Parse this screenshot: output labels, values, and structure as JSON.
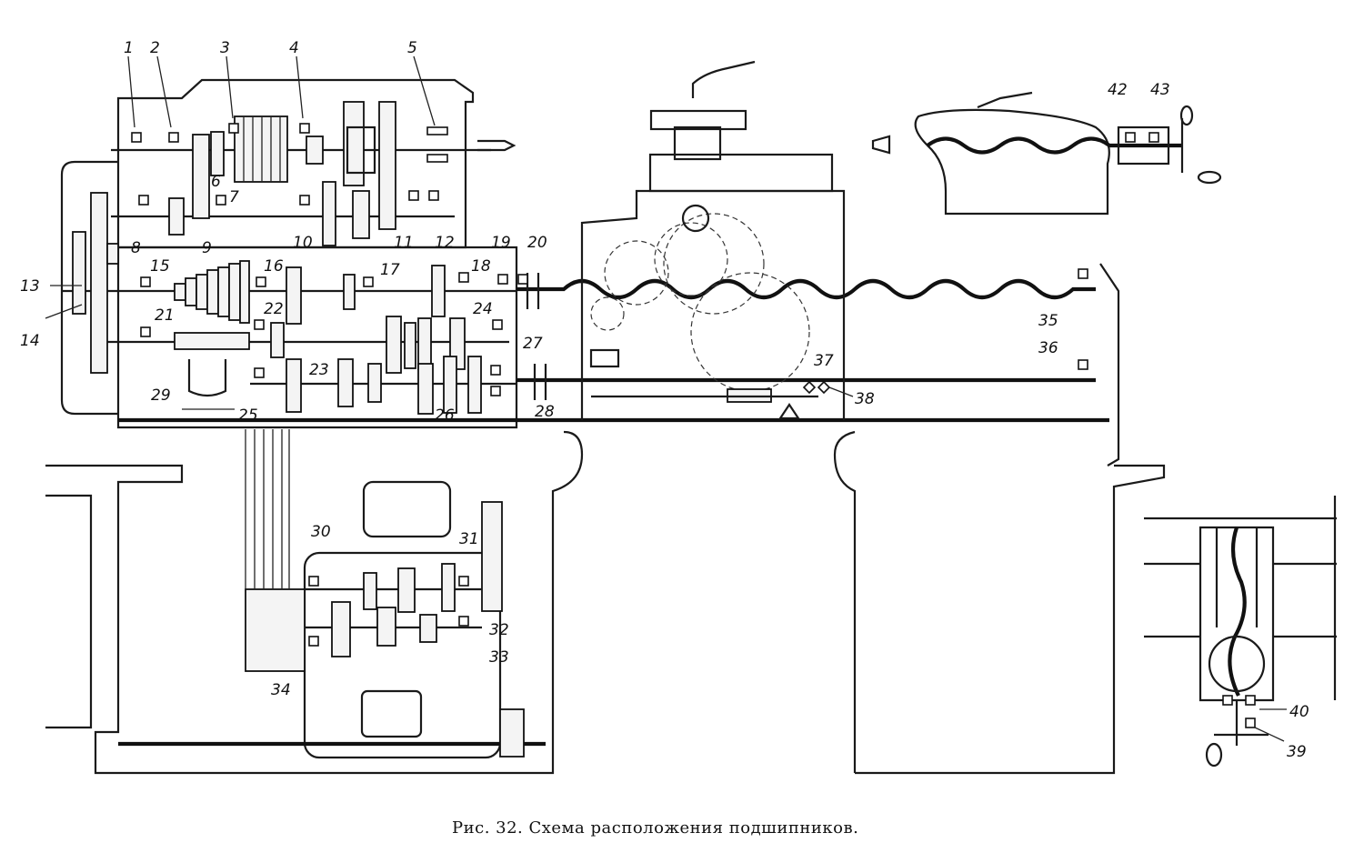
{
  "caption": "Рис. 32. Схема расположения подшипников.",
  "labels": [
    "1",
    "2",
    "3",
    "4",
    "5",
    "6",
    "7",
    "8",
    "9",
    "10",
    "11",
    "12",
    "13",
    "14",
    "15",
    "16",
    "17",
    "18",
    "19",
    "20",
    "21",
    "22",
    "23",
    "24",
    "25",
    "26",
    "27",
    "28",
    "29",
    "30",
    "31",
    "32",
    "33",
    "34",
    "35",
    "36",
    "37",
    "38",
    "39",
    "40",
    "42",
    "43"
  ]
}
